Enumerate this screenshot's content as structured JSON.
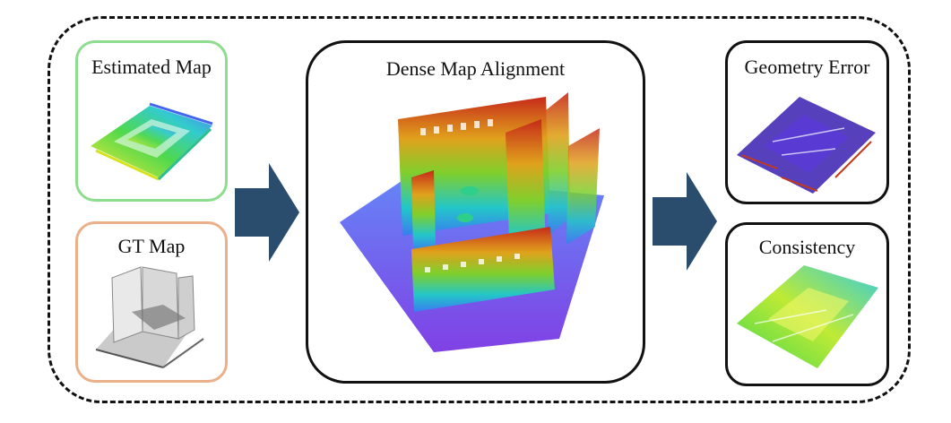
{
  "labels": {
    "estimated_map": "Estimated Map",
    "gt_map": "GT Map",
    "dense_map_alignment": "Dense Map Alignment",
    "geometry_error": "Geometry Error",
    "consistency": "Consistency"
  },
  "colors": {
    "estimated_border": "#8edc8e",
    "gt_border": "#eab08a",
    "arrow_fill": "#2a4d6e",
    "box_border": "#111111"
  }
}
